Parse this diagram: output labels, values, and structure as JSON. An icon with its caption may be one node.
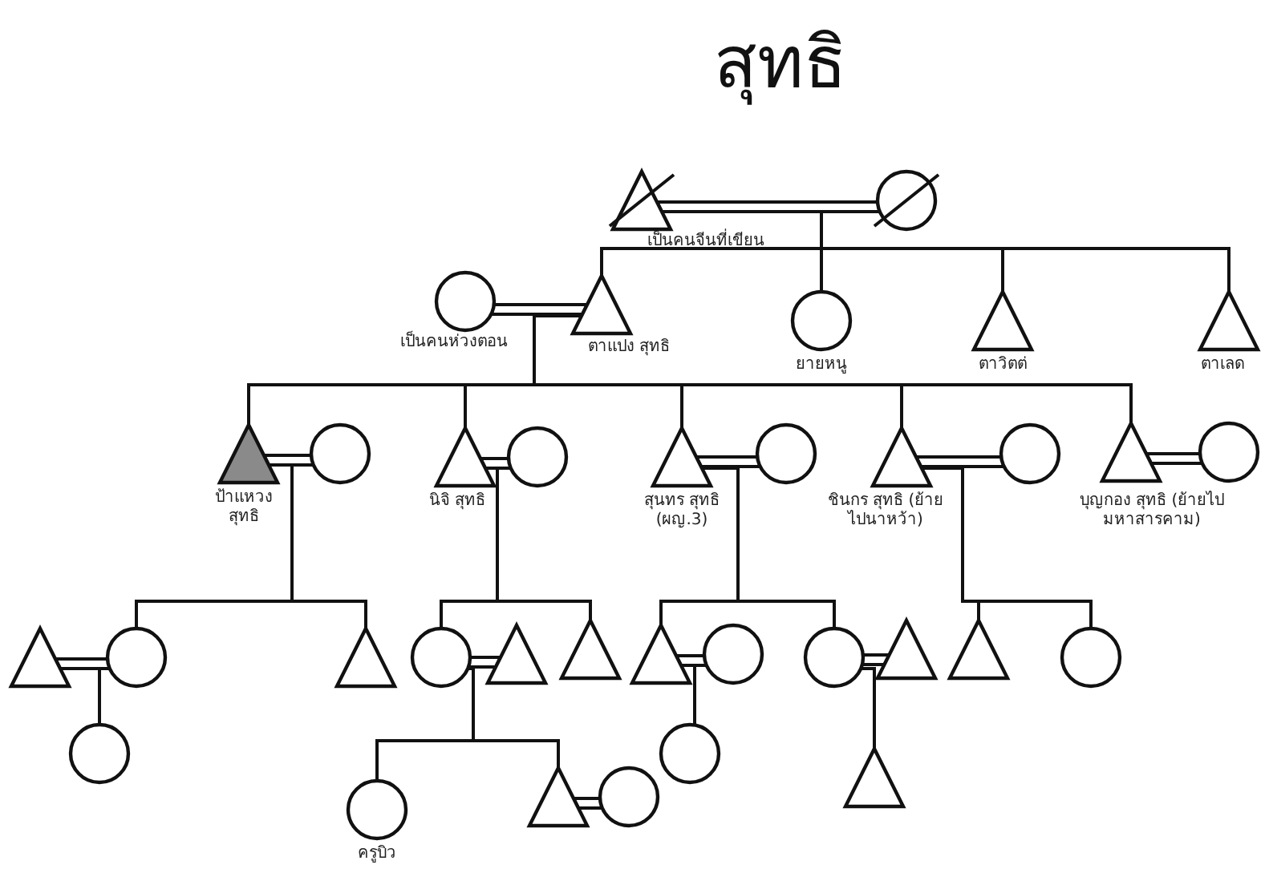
{
  "diagram": {
    "title": "สุทธิ",
    "nodes": [
      {
        "text": [],
        "shape": "triangle",
        "beside": [
          "เป็นคนจีนที่เขียน"
        ]
      },
      {
        "text": [],
        "shape": "circle"
      },
      {
        "text": [],
        "shape": "circle",
        "beside": [
          "เป็นคนห่วงตอน"
        ]
      },
      {
        "text": [],
        "shape": "triangle",
        "beside": [
          "ตาแปง สุทธิ"
        ]
      },
      {
        "text": [],
        "shape": "circle",
        "beside": [
          "ยายหนู"
        ]
      },
      {
        "text": [],
        "shape": "triangle",
        "beside": [
          "ตาวิตต่"
        ]
      },
      {
        "text": [],
        "shape": "triangle",
        "beside": [
          "ตาเลด"
        ]
      },
      {
        "text": [],
        "shape": "triangle",
        "beside": [
          "ป้าแหวง สุทธิ"
        ]
      },
      {
        "text": [],
        "shape": "circle"
      },
      {
        "text": [],
        "shape": "triangle",
        "beside": [
          "นิจิ สุทธิ"
        ]
      },
      {
        "text": [],
        "shape": "circle"
      },
      {
        "text": [],
        "shape": "triangle",
        "beside": [
          "สุนทร สุทธิ (ผญ.3)"
        ]
      },
      {
        "text": [],
        "shape": "circle"
      },
      {
        "text": [],
        "shape": "triangle",
        "beside": [
          "ชินกร สุทธิ (ย้ายไปนาหว้า)"
        ]
      },
      {
        "text": [],
        "shape": "circle"
      },
      {
        "text": [],
        "shape": "triangle",
        "beside": [
          "บุญกอง สุทธิ (ย้ายไปมหาสารคาม)"
        ]
      },
      {
        "text": [],
        "shape": "circle"
      },
      {
        "text": [],
        "shape": "triangle"
      },
      {
        "text": [],
        "shape": "circle"
      },
      {
        "text": [],
        "shape": "triangle"
      },
      {
        "text": [],
        "shape": "circle"
      },
      {
        "text": [],
        "shape": "triangle"
      },
      {
        "text": [],
        "shape": "triangle"
      },
      {
        "text": [],
        "shape": "triangle"
      },
      {
        "text": [],
        "shape": "circle"
      },
      {
        "text": [],
        "shape": "circle"
      },
      {
        "text": [],
        "shape": "triangle"
      },
      {
        "text": [],
        "shape": "triangle"
      },
      {
        "text": [],
        "shape": "circle"
      },
      {
        "text": [],
        "shape": "circle"
      },
      {
        "text": [],
        "shape": "circle",
        "beside": [
          "ครูบิว"
        ]
      },
      {
        "text": [],
        "shape": "triangle"
      },
      {
        "text": [],
        "shape": "circle"
      },
      {
        "text": [],
        "shape": "circle"
      },
      {
        "text": [],
        "shape": "triangle"
      }
    ],
    "edges": [
      {
        "from": 0,
        "to": 1,
        "arrow": "none"
      },
      {
        "from": 0,
        "to": 3,
        "arrow": "none"
      },
      {
        "from": 0,
        "to": 4,
        "arrow": "none"
      },
      {
        "from": 0,
        "to": 5,
        "arrow": "none"
      },
      {
        "from": 0,
        "to": 6,
        "arrow": "none"
      },
      {
        "from": 2,
        "to": 3,
        "arrow": "none"
      },
      {
        "from": 3,
        "to": 7,
        "arrow": "none"
      },
      {
        "from": 3,
        "to": 9,
        "arrow": "none"
      },
      {
        "from": 3,
        "to": 11,
        "arrow": "none"
      },
      {
        "from": 3,
        "to": 13,
        "arrow": "none"
      },
      {
        "from": 3,
        "to": 15,
        "arrow": "none"
      },
      {
        "from": 7,
        "to": 8,
        "arrow": "none"
      },
      {
        "from": 9,
        "to": 10,
        "arrow": "none"
      },
      {
        "from": 11,
        "to": 12,
        "arrow": "none"
      },
      {
        "from": 13,
        "to": 14,
        "arrow": "none"
      },
      {
        "from": 15,
        "to": 16,
        "arrow": "none"
      },
      {
        "from": 7,
        "to": 18,
        "arrow": "none"
      },
      {
        "from": 7,
        "to": 19,
        "arrow": "none"
      },
      {
        "from": 9,
        "to": 20,
        "arrow": "none"
      },
      {
        "from": 9,
        "to": 22,
        "arrow": "none"
      },
      {
        "from": 11,
        "to": 23,
        "arrow": "none"
      },
      {
        "from": 11,
        "to": 25,
        "arrow": "none"
      },
      {
        "from": 13,
        "to": 27,
        "arrow": "none"
      },
      {
        "from": 13,
        "to": 28,
        "arrow": "none"
      },
      {
        "from": 17,
        "to": 18,
        "arrow": "none"
      },
      {
        "from": 20,
        "to": 21,
        "arrow": "none"
      },
      {
        "from": 23,
        "to": 24,
        "arrow": "none"
      },
      {
        "from": 25,
        "to": 26,
        "arrow": "none"
      },
      {
        "from": 17,
        "to": 29,
        "arrow": "none"
      },
      {
        "from": 20,
        "to": 30,
        "arrow": "none"
      },
      {
        "from": 20,
        "to": 31,
        "arrow": "none"
      },
      {
        "from": 31,
        "to": 32,
        "arrow": "none"
      },
      {
        "from": 23,
        "to": 33,
        "arrow": "none"
      },
      {
        "from": 25,
        "to": 34,
        "arrow": "none"
      }
    ]
  }
}
